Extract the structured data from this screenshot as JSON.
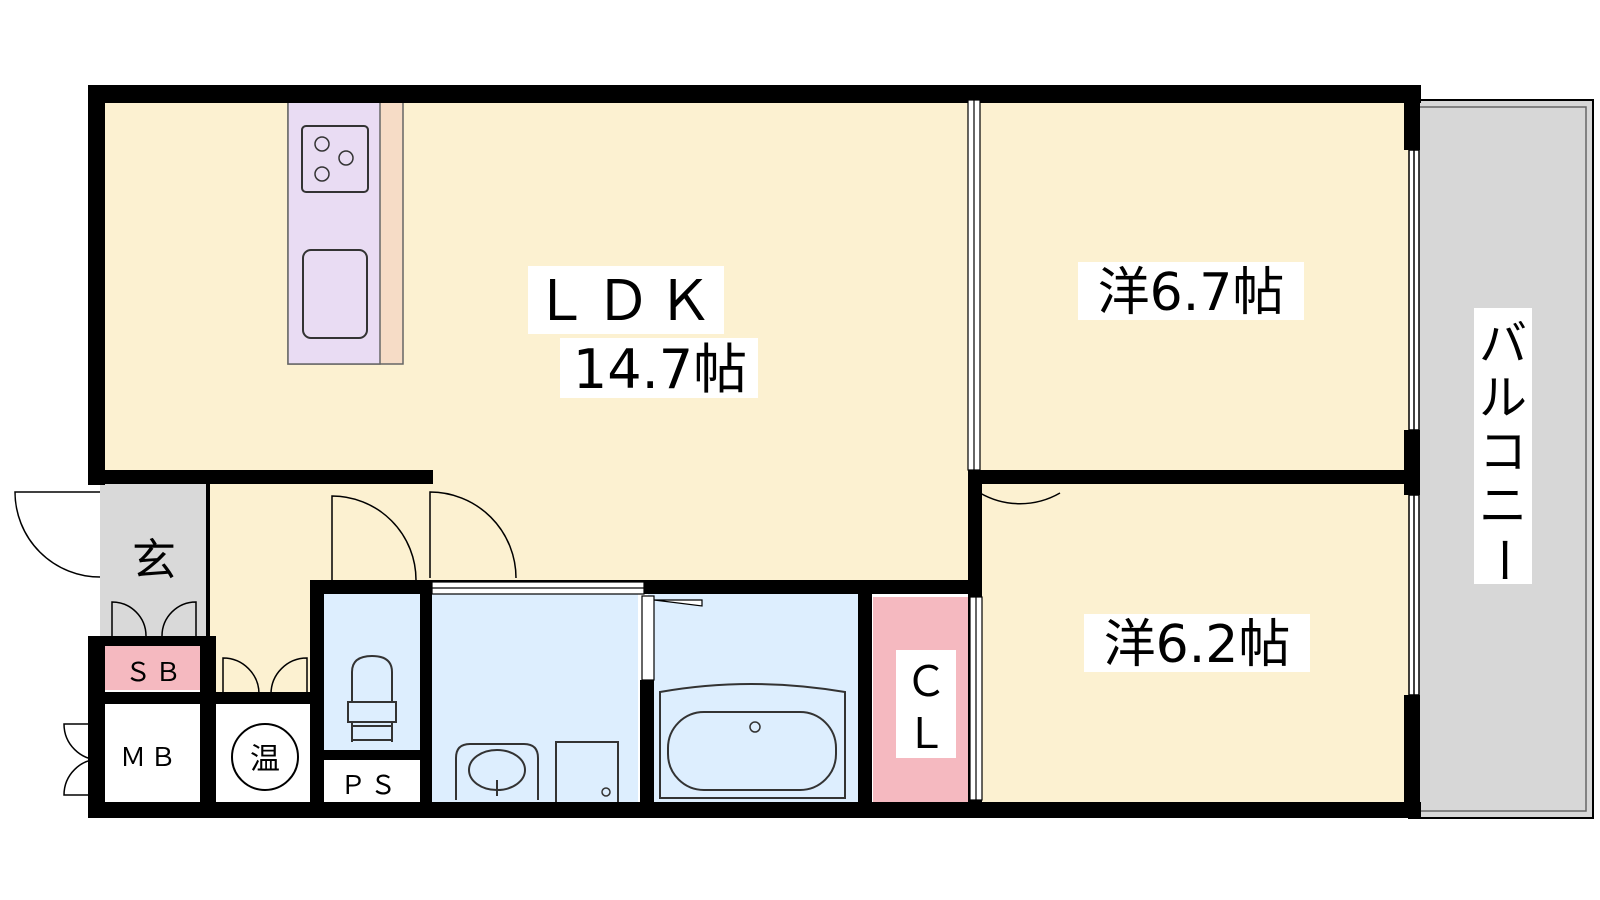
{
  "rooms": {
    "ldk_name": "ＬＤＫ",
    "ldk_size": "14.7帖",
    "bedroom_north": "洋6.7帖",
    "bedroom_south": "洋6.2帖",
    "entrance": "玄",
    "shoe_box": "ＳＢ",
    "meter_box": "ＭＢ",
    "water_heater": "温",
    "pipe_space": "ＰＳ",
    "closet_top": "Ｃ",
    "closet_bottom": "Ｌ",
    "balcony": [
      "バ",
      "ル",
      "コ",
      "ニ",
      "ー"
    ]
  },
  "colors": {
    "wall": "#000000",
    "room_floor": "#fcf1d1",
    "wet_area": "#ddeefe",
    "closet": "#f5b9c0",
    "shoe_box": "#f5b9c0",
    "entrance_floor": "#d9d9d9",
    "balcony": "#d7d7d7",
    "kitchen": "#e9dcf3",
    "kitchen_counter": "#f6dcc6"
  }
}
